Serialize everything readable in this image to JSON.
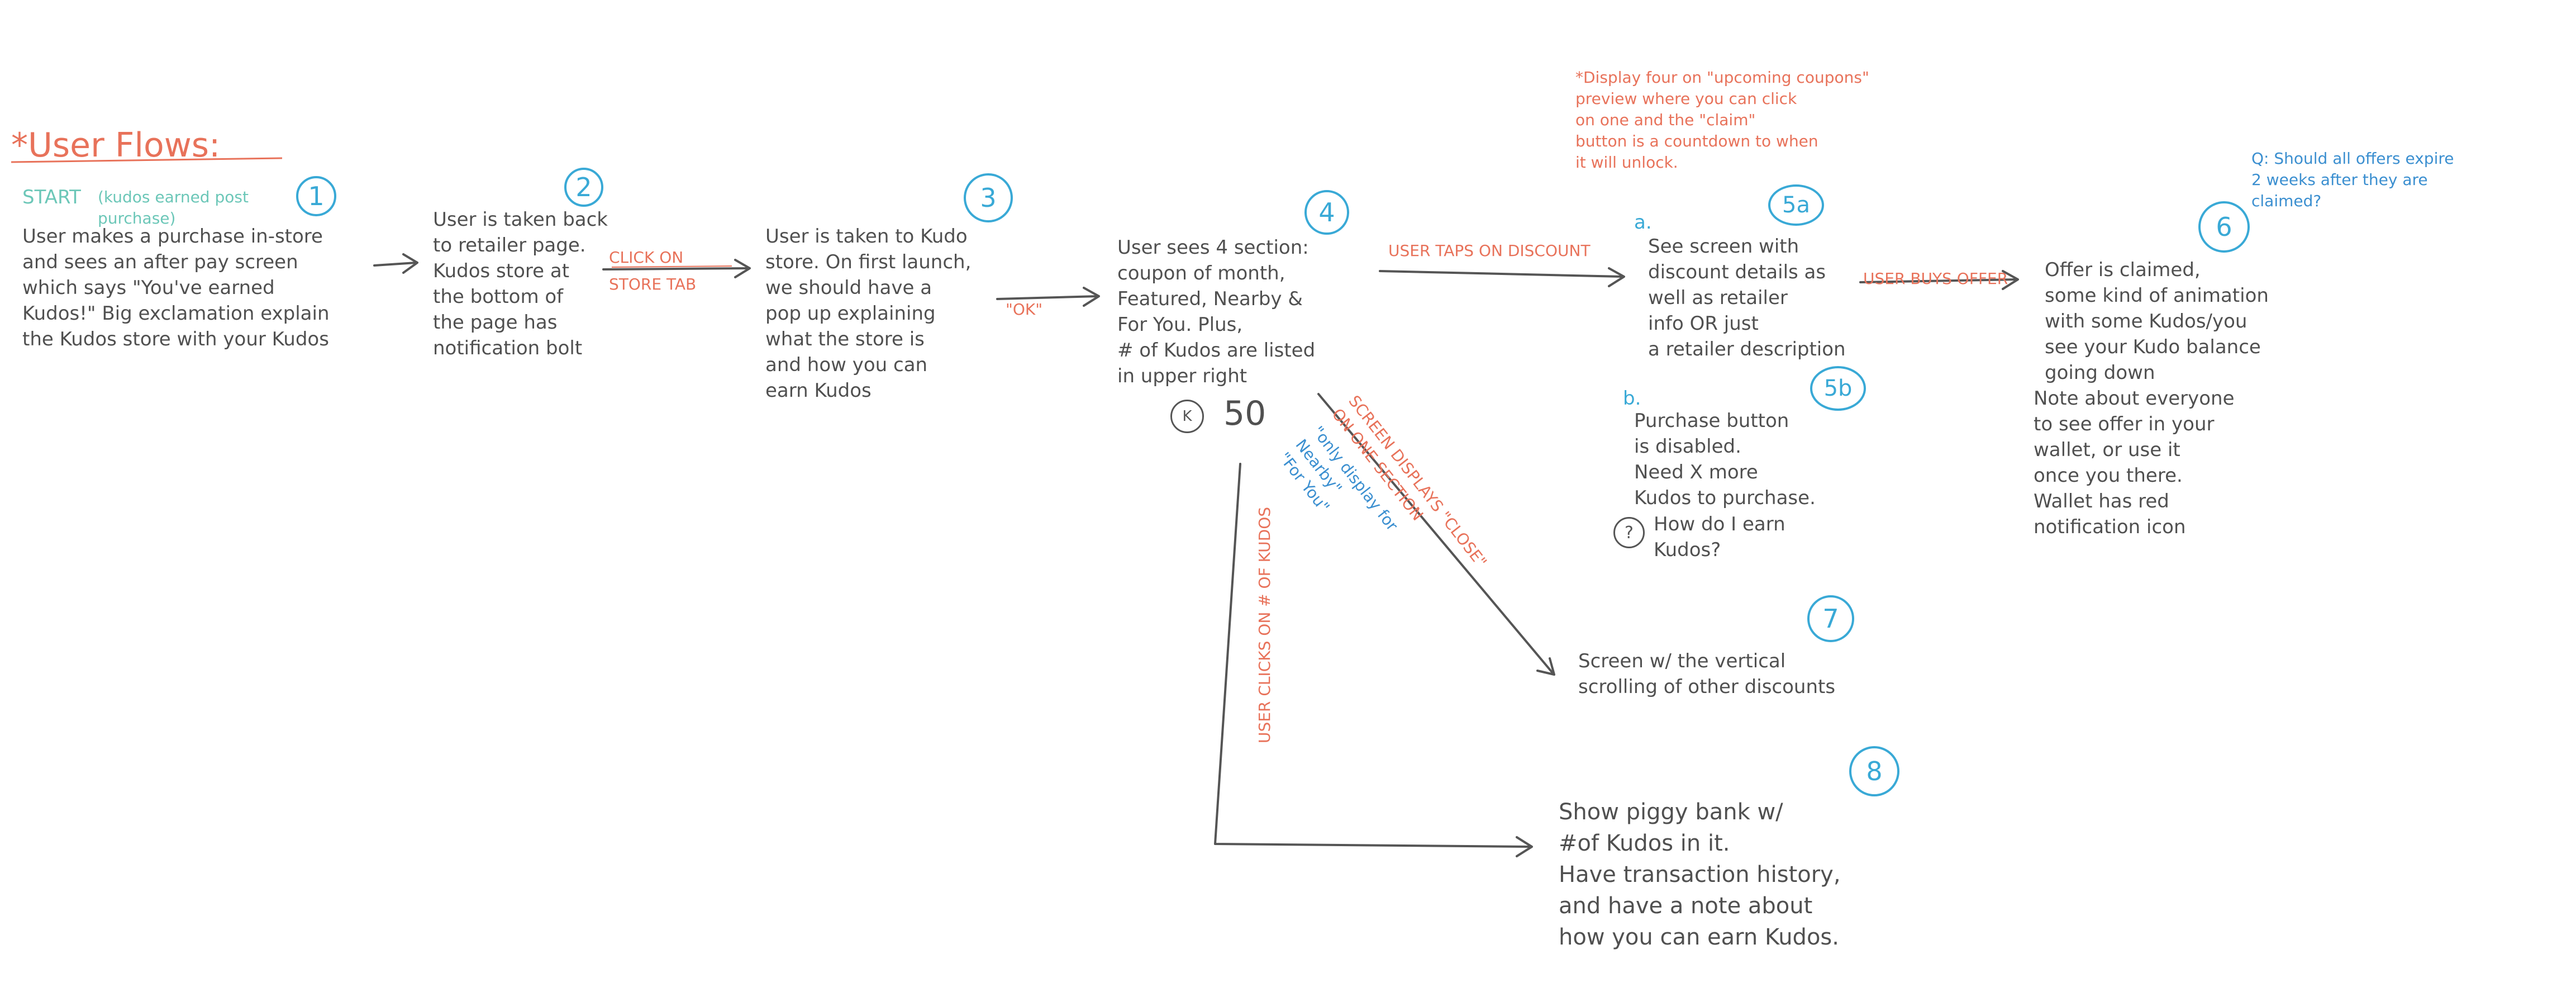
{
  "title": "*User Flows:",
  "colors": {
    "ink": "#505050",
    "accent_red": "#e8725a",
    "accent_blue": "#39a9d6",
    "accent_teal": "#6cc7b8"
  },
  "steps": [
    {
      "id": "1",
      "text": "User makes a purchase in-store\nand sees an after pay screen\nwhich says \"You've earned\nKudos!\" Big exclamation explain\nthe Kudos store with your Kudos"
    },
    {
      "id": "2",
      "text": "User is taken back\nto retailer page.\nKudos store at\nthe bottom of\nthe page has\nnotification bolt"
    },
    {
      "id": "3",
      "text": "User is taken to Kudo\nstore. On first launch,\nwe should have a\npop up explaining\nwhat the store is\nand how you can\nearn Kudos"
    },
    {
      "id": "4",
      "text": "User sees 4 section:\ncoupon of month,\nFeatured, Nearby &\nFor You. Plus,\n# of Kudos are listed\nin upper right"
    },
    {
      "id": "5a",
      "label": "a.",
      "text": "See screen with\ndiscount details as\nwell as retailer\ninfo OR just\na retailer description"
    },
    {
      "id": "5b",
      "label": "b.",
      "text": "Purchase button\nis disabled.\nNeed X more\nKudos to purchase."
    },
    {
      "id": "6",
      "text": "Offer is claimed,\nsome kind of animation\nwith some Kudos/you\nsee your Kudo balance\ngoing down"
    },
    {
      "id": "7",
      "text": "Screen w/ the vertical\nscrolling of other discounts"
    },
    {
      "id": "8",
      "text": "Show piggy bank w/\n#of Kudos in it.\nHave transaction history,\nand have a note about\nhow you can earn Kudos."
    }
  ],
  "start_label": "START",
  "start_note": "(kudos earned post\npurchase)",
  "step6_note": "Note about everyone\nto see offer in your\nwallet, or use it\nonce you there.\nWallet has red\nnotification icon",
  "how_earn": "How do I earn\nKudos?",
  "how_earn_badge": "?",
  "kudos_count": "50",
  "kudos_badge": "K",
  "arrows": {
    "a1_2": "",
    "a2_3_top": "CLICK ON",
    "a2_3_bottom": "STORE TAB",
    "a3_4": "\"OK\"",
    "a4_5": "USER TAPS ON DISCOUNT",
    "a5_6": "USER BUYS OFFER",
    "diag_red": "SCREEN DISPLAYS \"CLOSE\"\nON ONE SECTION",
    "diag_blue": "\"only display for\nNearby\"\n\"For You\"",
    "vert_red": "USER CLICKS ON # OF KUDOS"
  },
  "top_note": "*Display four on \"upcoming coupons\"\npreview where you can click\non one and the \"claim\"\nbutton is a countdown to when\nit will unlock.",
  "question": "Q: Should all offers expire\n2 weeks after they are\nclaimed?"
}
